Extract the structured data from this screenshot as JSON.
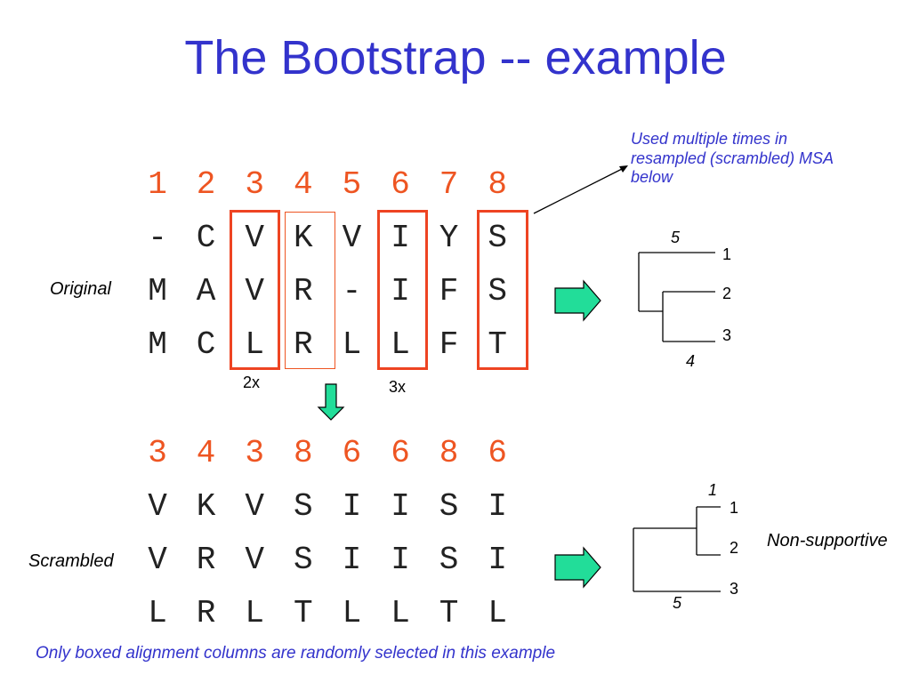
{
  "title": "The Bootstrap -- example",
  "original": {
    "label": "Original",
    "columns": [
      "1",
      "2",
      "3",
      "4",
      "5",
      "6",
      "7",
      "8"
    ],
    "rows": [
      [
        "-",
        "C",
        "V",
        "K",
        "V",
        "I",
        "Y",
        "S"
      ],
      [
        "M",
        "A",
        "V",
        "R",
        "-",
        "I",
        "F",
        "S"
      ],
      [
        "M",
        "C",
        "L",
        "R",
        "L",
        "L",
        "F",
        "T"
      ]
    ],
    "count_labels": [
      {
        "col": 3,
        "text": "2x"
      },
      {
        "col": 6,
        "text": "3x"
      }
    ]
  },
  "scrambled": {
    "label": "Scrambled",
    "columns": [
      "3",
      "4",
      "3",
      "8",
      "6",
      "6",
      "8",
      "6"
    ],
    "rows": [
      [
        "V",
        "K",
        "V",
        "S",
        "I",
        "I",
        "S",
        "I"
      ],
      [
        "V",
        "R",
        "V",
        "S",
        "I",
        "I",
        "S",
        "I"
      ],
      [
        "L",
        "R",
        "L",
        "T",
        "L",
        "L",
        "T",
        "L"
      ]
    ]
  },
  "callout": "Used multiple times in resampled (scrambled) MSA below",
  "tree_original": {
    "leaves": [
      "1",
      "2",
      "3"
    ],
    "branch_labels": [
      "5",
      "4"
    ]
  },
  "tree_scrambled": {
    "leaves": [
      "1",
      "2",
      "3"
    ],
    "branch_labels": [
      "1",
      "5"
    ],
    "annotation": "Non-supportive"
  },
  "footer": "Only boxed alignment columns are randomly selected in this example",
  "colors": {
    "title": "#3333cc",
    "column_numbers": "#ee5522",
    "box": "#ee4422",
    "arrow_fill": "#22dd99"
  }
}
